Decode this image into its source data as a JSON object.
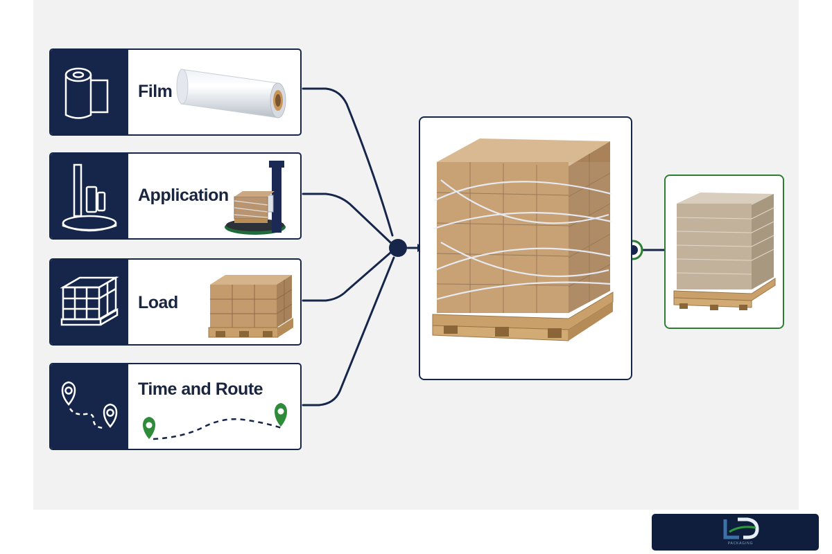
{
  "factors": [
    {
      "label": "Film",
      "icon": "film-roll-icon"
    },
    {
      "label": "Application",
      "icon": "stretch-wrapper-icon"
    },
    {
      "label": "Load",
      "icon": "pallet-load-icon"
    },
    {
      "label": "Time and Route",
      "icon": "route-pins-icon"
    }
  ],
  "results": {
    "wrapped_pallet": "wrapped-pallet-image",
    "final_pallet": "final-pallet-image"
  },
  "logo": {
    "text": "PACKAGING"
  },
  "colors": {
    "navy": "#16264a",
    "green": "#2e7d32",
    "background": "#f2f2f2",
    "cardboard": "#c7a57a",
    "wood": "#c9a06a"
  }
}
